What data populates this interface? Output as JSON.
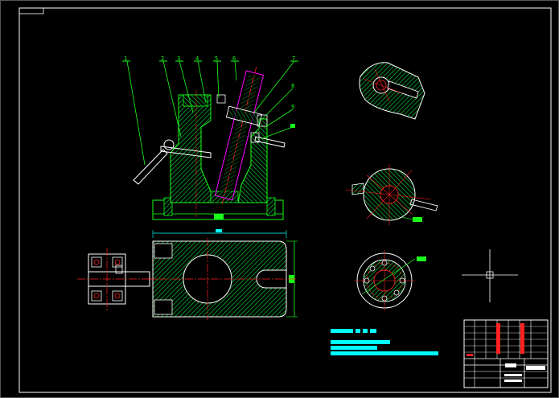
{
  "drawing": {
    "colors": {
      "background": "#000000",
      "frame": "#ffffff",
      "outline": "#19ff19",
      "hatch": "#00cc33",
      "centerline": "#ff2020",
      "highlight": "#ff00ff",
      "dimension": "#00ffff",
      "part_fill": "#ffffff"
    },
    "callouts": [
      {
        "id": "c1",
        "label": "1"
      },
      {
        "id": "c2",
        "label": "2"
      },
      {
        "id": "c3",
        "label": "3"
      },
      {
        "id": "c4",
        "label": "4"
      },
      {
        "id": "c5",
        "label": "5"
      },
      {
        "id": "c6",
        "label": "6"
      },
      {
        "id": "c7",
        "label": "7"
      },
      {
        "id": "c8",
        "label": "8"
      },
      {
        "id": "c9",
        "label": "9"
      }
    ],
    "title_block": {
      "name_cell": "",
      "drawing_no_cell": ""
    }
  }
}
